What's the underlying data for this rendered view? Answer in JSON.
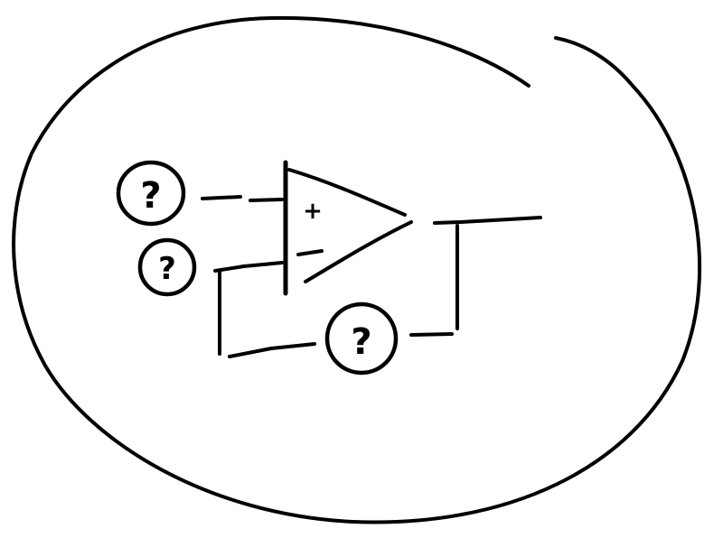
{
  "diagram": {
    "title": "",
    "description": "Hand-drawn sketch of an op-amp circuit inside a large open oval, with three unknown components marked '?'",
    "colors": {
      "background": "#ffffff",
      "ink": "#000000"
    },
    "opamp": {
      "plus_label": "+",
      "minus_label": "−"
    },
    "unknowns": [
      {
        "id": "input-plus",
        "label": "?",
        "position": "left of + input"
      },
      {
        "id": "input-minus",
        "label": "?",
        "position": "left of - input"
      },
      {
        "id": "feedback",
        "label": "?",
        "position": "feedback path from output to - input"
      }
    ]
  }
}
